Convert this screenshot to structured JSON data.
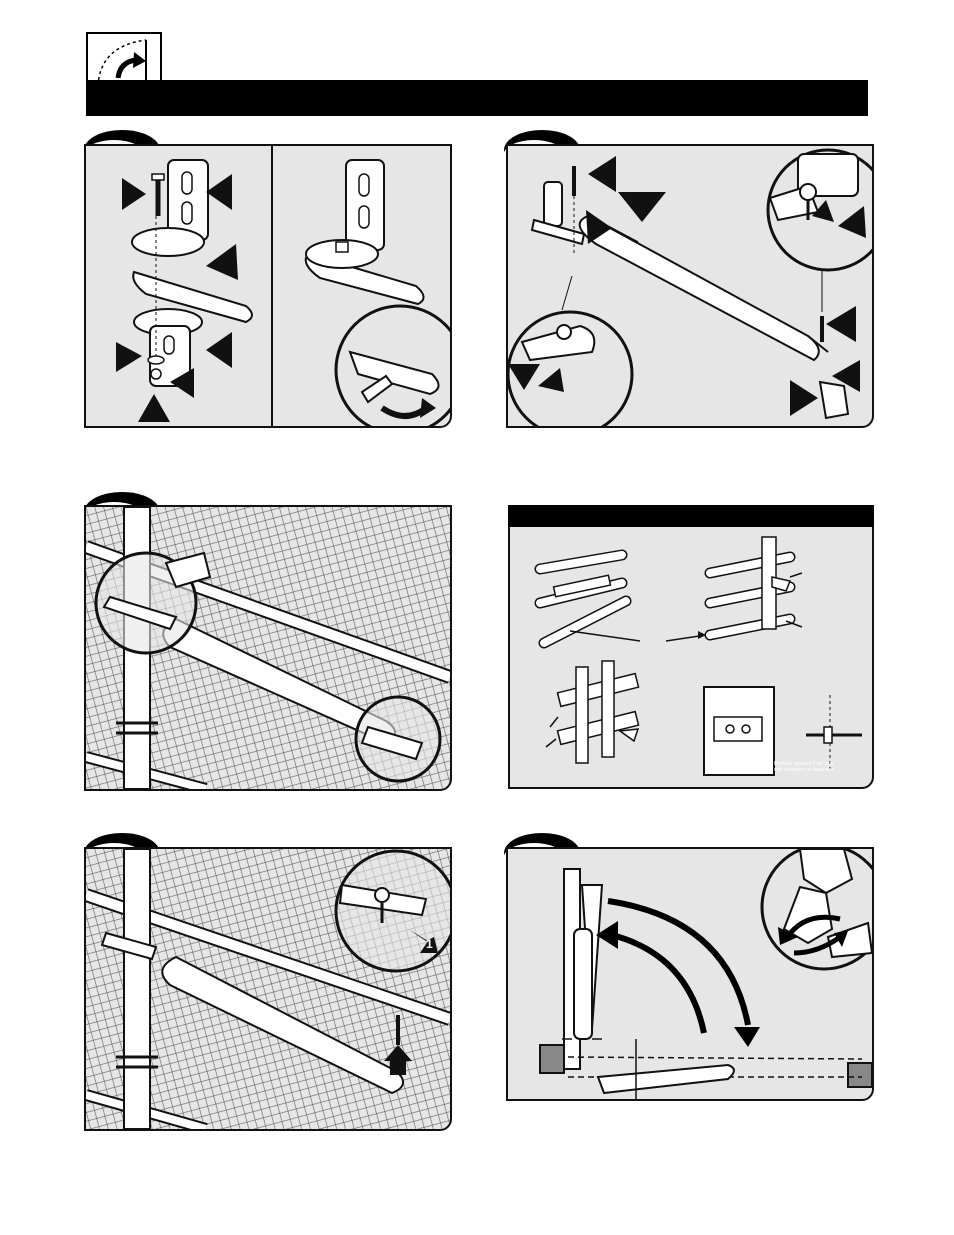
{
  "header": {
    "title": "",
    "icon": "door-swing-arrow-icon"
  },
  "steps": [
    {
      "id": 1,
      "label": ""
    },
    {
      "id": 2,
      "label": ""
    },
    {
      "id": 3,
      "label": ""
    },
    {
      "id": 4,
      "label": ""
    },
    {
      "id": 5,
      "label": ""
    }
  ],
  "mounting_panel": {
    "title": "",
    "caption_line1": "Remove spacers from gate",
    "caption_line2": "with hardware as illustrated"
  },
  "callout_labels": {
    "step5_number": "1"
  },
  "colors": {
    "panel_bg": "#e6e6e6",
    "ink": "#111111",
    "header_bar": "#000000"
  }
}
